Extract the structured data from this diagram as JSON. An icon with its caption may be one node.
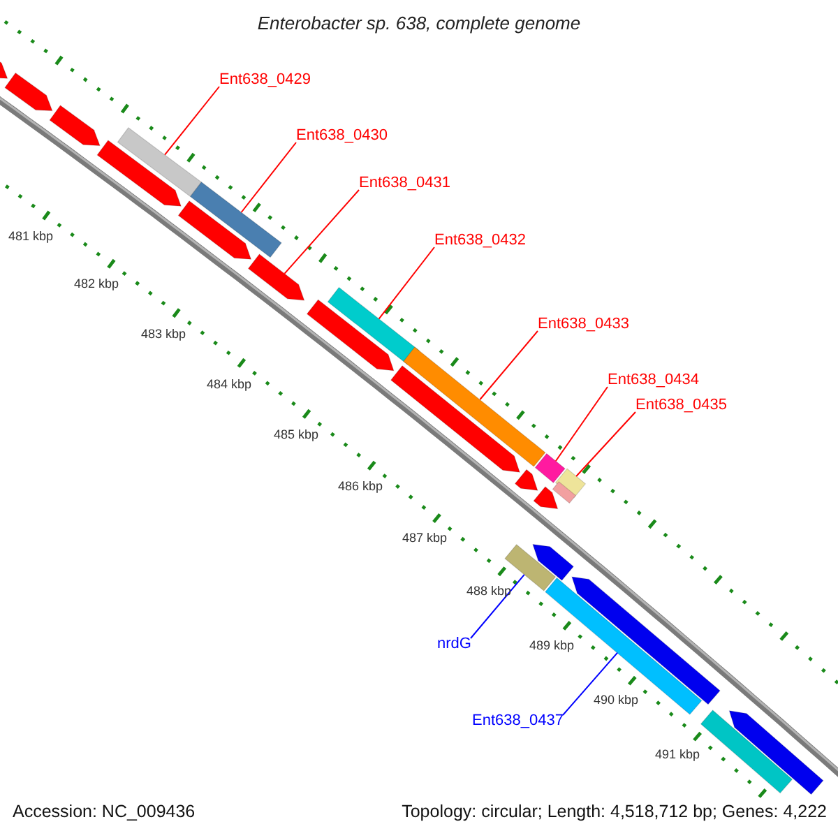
{
  "diagram": {
    "title": "Enterobacter sp. 638, complete genome",
    "nodes": [
      {
        "text": [
          "Ent638_0429"
        ]
      },
      {
        "text": [
          "Ent638_0430"
        ]
      },
      {
        "text": [
          "Ent638_0431"
        ]
      },
      {
        "text": [
          "Ent638_0432"
        ]
      },
      {
        "text": [
          "Ent638_0433"
        ]
      },
      {
        "text": [
          "Ent638_0434"
        ]
      },
      {
        "text": [
          "Ent638_0435"
        ]
      },
      {
        "text": [
          "nrdG"
        ]
      },
      {
        "text": [
          "Ent638_0437"
        ]
      },
      {
        "text": [],
        "shape": "bar"
      },
      {
        "text": [],
        "shape": "bar"
      },
      {
        "text": [],
        "shape": "bar"
      },
      {
        "text": [],
        "shape": "bar"
      },
      {
        "text": [],
        "shape": "bar"
      },
      {
        "text": [],
        "shape": "bar"
      },
      {
        "text": [],
        "shape": "bar"
      },
      {
        "text": [],
        "shape": "bar"
      },
      {
        "text": [],
        "shape": "bar"
      },
      {
        "text": [],
        "shape": "bar"
      },
      {
        "text": [],
        "shape": "bar"
      },
      {
        "text": [],
        "shape": "bar"
      },
      {
        "text": [],
        "shape": "bar"
      },
      {
        "text": [],
        "shape": "bar"
      },
      {
        "text": [],
        "shape": "bar"
      },
      {
        "text": [],
        "shape": "bar"
      },
      {
        "text": [],
        "shape": "bar"
      },
      {
        "text": [],
        "shape": "bar"
      },
      {
        "text": [],
        "shape": "bar"
      },
      {
        "text": [],
        "shape": "bar"
      },
      {
        "text": [],
        "shape": "bar"
      },
      {
        "text": [],
        "shape": "bar"
      },
      {
        "text": [],
        "shape": "bar"
      }
    ],
    "edges": [
      {
        "from": 0,
        "to": 9,
        "arrow": "none"
      },
      {
        "from": 1,
        "to": 10,
        "arrow": "none"
      },
      {
        "from": 2,
        "to": 11,
        "arrow": "none"
      },
      {
        "from": 3,
        "to": 12,
        "arrow": "none"
      },
      {
        "from": 4,
        "to": 13,
        "arrow": "none"
      },
      {
        "from": 5,
        "to": 14,
        "arrow": "none"
      },
      {
        "from": 6,
        "to": 15,
        "arrow": "none"
      },
      {
        "from": 7,
        "to": 16,
        "arrow": "none",
        "color": "#0000ff"
      },
      {
        "from": 8,
        "to": 17,
        "arrow": "none",
        "color": "#0000ff"
      }
    ],
    "labels": [
      "481 kbp",
      "482 kbp",
      "483 kbp",
      "484 kbp",
      "485 kbp",
      "486 kbp",
      "487 kbp",
      "488 kbp",
      "489 kbp",
      "490 kbp",
      "491 kbp",
      "Accession: NC_009436",
      "Topology: circular; Length: 4,518,712 bp; Genes: 4,222"
    ]
  }
}
